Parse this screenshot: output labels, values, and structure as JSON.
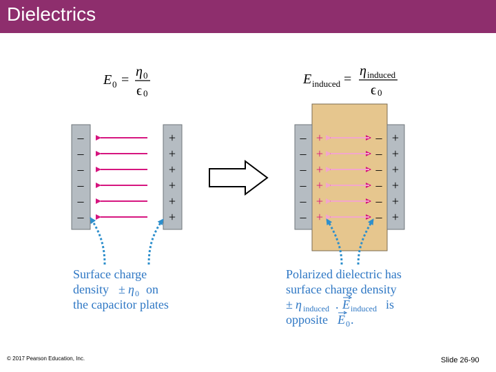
{
  "slide": {
    "title": "Dielectrics",
    "copyright": "© 2017 Pearson Education, Inc.",
    "slide_number": "Slide 26-90"
  },
  "colors": {
    "title_bar": "#8e2e6d",
    "field_arrow": "#d6157f",
    "field_arrow_light": "#f3a6cc",
    "plate": "#b5bcc2",
    "dielectric": "#e6c68e",
    "label_text": "#2e77c4",
    "pointer": "#2e8fcc"
  },
  "left": {
    "equation": {
      "lhs_var": "E",
      "lhs_sub": "0",
      "equals": "=",
      "num_var": "η",
      "num_sub": "0",
      "den_var": "ϵ",
      "den_sub": "0"
    },
    "caption": {
      "line1": "Surface charge",
      "line2_a": "density",
      "line2_pm": "±",
      "line2_eta": "η",
      "line2_sub": "0",
      "line2_b": "on",
      "line3": "the capacitor plates"
    }
  },
  "right": {
    "equation": {
      "lhs_var": "E",
      "lhs_sub": "induced",
      "equals": "=",
      "num_var": "η",
      "num_sub": "induced",
      "den_var": "ϵ",
      "den_sub": "0"
    },
    "caption": {
      "line1": "Polarized dielectric has",
      "line2": "surface charge density",
      "line3_pm": "±",
      "line3_eta": "η",
      "line3_sub": "induced",
      "line3_dot": ".",
      "line3_vec": "E",
      "line3_vecsub": "induced",
      "line3_is": "is",
      "line4_a": "opposite",
      "line4_vec": "E",
      "line4_sub": "0",
      "line4_dot": "."
    }
  },
  "signs": {
    "minus": "–",
    "plus": "+"
  }
}
